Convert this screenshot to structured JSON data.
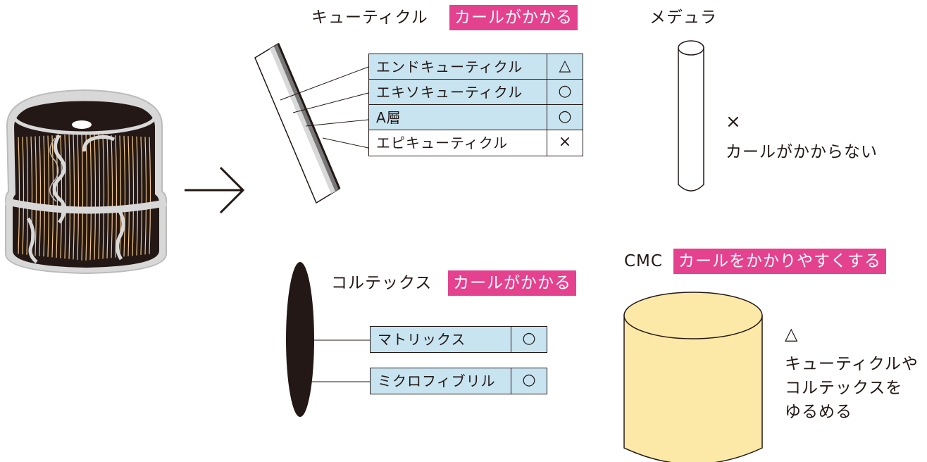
{
  "cuticle": {
    "title": "キューティクル",
    "tag": "カールがかかる",
    "rows": [
      {
        "name": "エンドキューティクル",
        "mark": "△"
      },
      {
        "name": "エキソキューティクル",
        "mark": "○"
      },
      {
        "name": "A層",
        "mark": "○"
      },
      {
        "name": "エピキューティクル",
        "mark": "×"
      }
    ]
  },
  "medulla": {
    "title": "メデュラ",
    "mark": "×",
    "note": "カールがかからない"
  },
  "cortex": {
    "title": "コルテックス",
    "tag": "カールがかかる",
    "rows": [
      {
        "name": "マトリックス",
        "mark": "○"
      },
      {
        "name": "ミクロフィブリル",
        "mark": "○"
      }
    ]
  },
  "cmc": {
    "title": "CMC",
    "tag": "カールをかかりやすくする",
    "mark": "△",
    "note_lines": [
      "キューティクルや",
      "コルテックスを",
      "ゆるめる"
    ]
  },
  "colors": {
    "tag_pink": "#e4428f",
    "table_blue": "#c8e4f0",
    "cmc_yellow": "#fce9a8",
    "hair_dark": "#231815",
    "hair_fiber": "#f5c98a"
  }
}
